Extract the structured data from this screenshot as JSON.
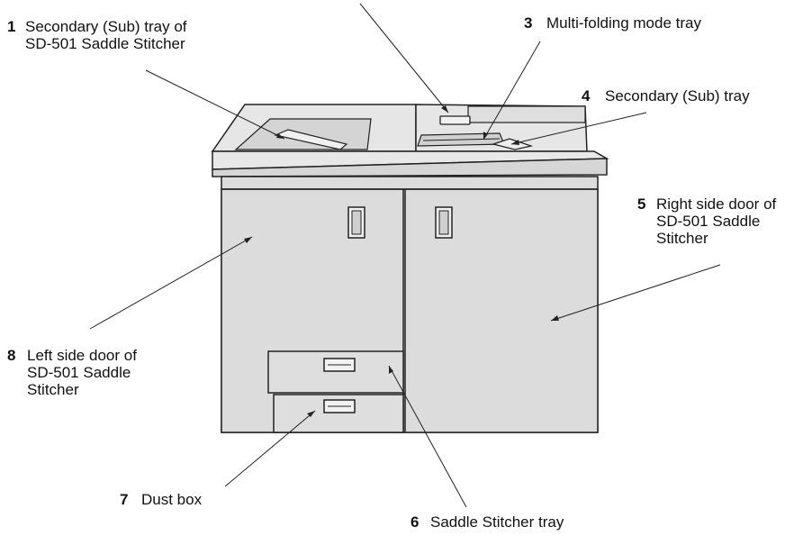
{
  "callouts": [
    {
      "number": "1",
      "lines": [
        "Secondary (Sub) tray of",
        "SD-501 Saddle Stitcher"
      ]
    },
    {
      "number": "3",
      "lines": [
        "Multi-folding mode tray"
      ]
    },
    {
      "number": "4",
      "lines": [
        "Secondary (Sub) tray"
      ]
    },
    {
      "number": "5",
      "lines": [
        "Right side door of",
        "SD-501 Saddle",
        "Stitcher"
      ]
    },
    {
      "number": "6",
      "lines": [
        "Saddle Stitcher tray"
      ]
    },
    {
      "number": "7",
      "lines": [
        "Dust box"
      ]
    },
    {
      "number": "8",
      "lines": [
        "Left side door of",
        "SD-501 Saddle",
        "Stitcher"
      ]
    }
  ],
  "colors": {
    "body": "#dcdcdc",
    "body_shade": "#c8c8c8",
    "top": "#e6e6e6",
    "outline": "#222222",
    "leader": "#222222",
    "handle": "#f2f2f2"
  }
}
